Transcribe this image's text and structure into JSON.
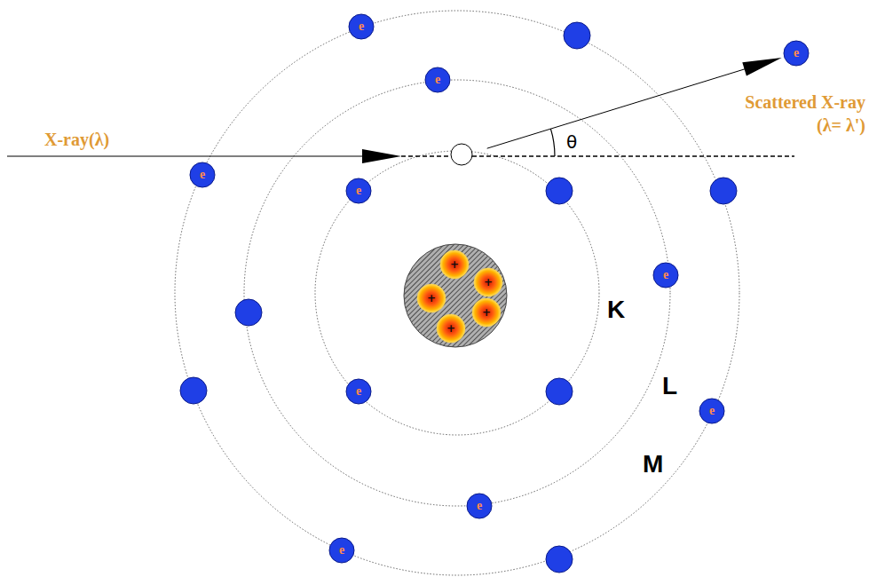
{
  "diagram": {
    "nodes": [
      {
        "text": [
          "e"
        ]
      },
      {
        "text": [
          "e"
        ]
      },
      {
        "text": [
          "e"
        ]
      },
      {
        "text": [
          "e"
        ]
      },
      {
        "text": [
          "e"
        ]
      },
      {
        "text": [
          "+"
        ]
      },
      {
        "text": [
          "e"
        ]
      },
      {
        "text": [
          "+"
        ]
      },
      {
        "text": [
          "+"
        ]
      },
      {
        "text": [
          "+"
        ]
      },
      {
        "text": [
          "+"
        ]
      },
      {
        "text": [
          "e"
        ]
      },
      {
        "text": [
          "e"
        ]
      },
      {
        "text": [
          "e"
        ]
      },
      {
        "text": [
          "e"
        ]
      }
    ],
    "labels": [
      "X-ray(λ)",
      "Scattered X-ray",
      "(λ= λ')",
      "θ",
      "K",
      "L",
      "M"
    ]
  }
}
